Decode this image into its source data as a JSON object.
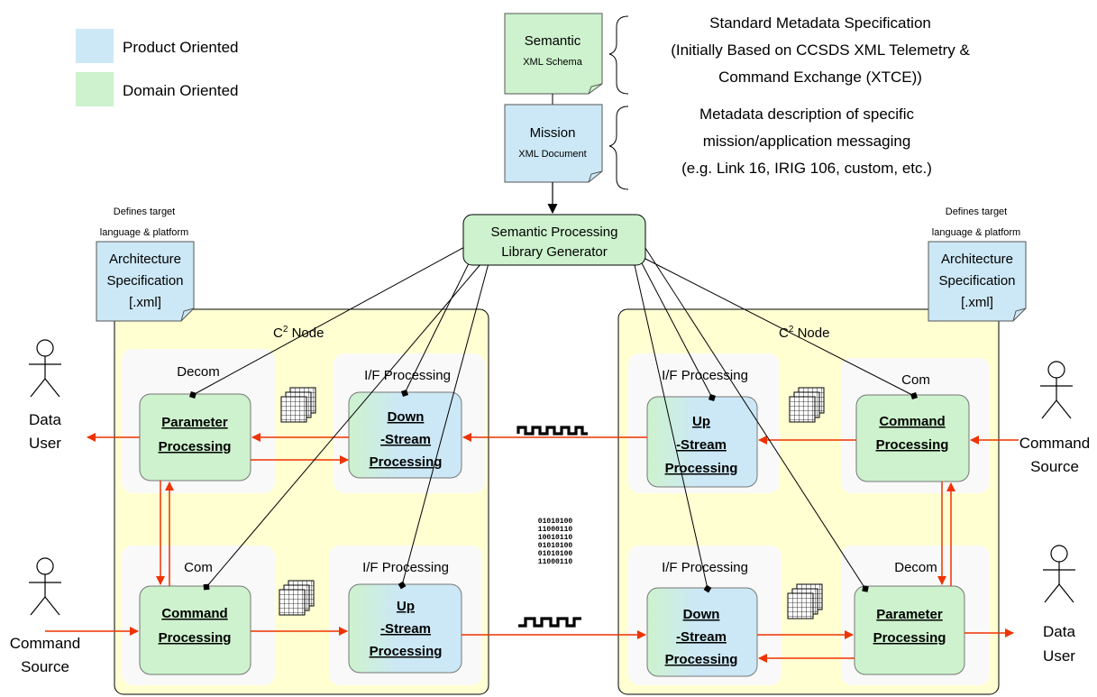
{
  "legend": [
    {
      "label": "Product Oriented",
      "color": "#cce8f6"
    },
    {
      "label": "Domain Oriented",
      "color": "#cdf2cd"
    }
  ],
  "colors": {
    "product": "#cce8f6",
    "domain": "#cdf2cd",
    "node_bg": "#ffffd2",
    "panel_bg": "#f9f9f9",
    "arrow": "#ee3300"
  },
  "top": {
    "semantic_doc": {
      "title": "Semantic",
      "subtitle": "XML Schema"
    },
    "mission_doc": {
      "title": "Mission",
      "subtitle": "XML Document"
    },
    "schema_note": [
      "Standard Metadata Specification",
      "(Initially Based on CCSDS XML Telemetry &",
      "Command Exchange (XTCE))"
    ],
    "mission_note": [
      "Metadata description of specific",
      "mission/application messaging",
      "(e.g. Link 16, IRIG 106, custom, etc.)"
    ],
    "generator": [
      "Semantic Processing",
      "Library Generator"
    ]
  },
  "arch_spec": {
    "note": [
      "Defines target",
      "language & platform"
    ],
    "doc": [
      "Architecture",
      "Specification",
      "[.xml]"
    ]
  },
  "node_title": {
    "main": "C",
    "sup": "2",
    "rest": " Node"
  },
  "panels": {
    "decom": "Decom",
    "com": "Com",
    "if_processing": "I/F Processing"
  },
  "boxes": {
    "parameter": [
      "Parameter",
      "Processing"
    ],
    "command": [
      "Command",
      "Processing"
    ],
    "down_stream": [
      "Down",
      "-Stream",
      "Processing"
    ],
    "up_stream": [
      "Up",
      "-Stream",
      "Processing"
    ]
  },
  "actors": {
    "data_user": [
      "Data",
      "User"
    ],
    "command_source": [
      "Command",
      "Source"
    ]
  },
  "binary": [
    "01010100",
    "11000110",
    "10010110",
    "01010100",
    "01010100",
    "11000110"
  ]
}
